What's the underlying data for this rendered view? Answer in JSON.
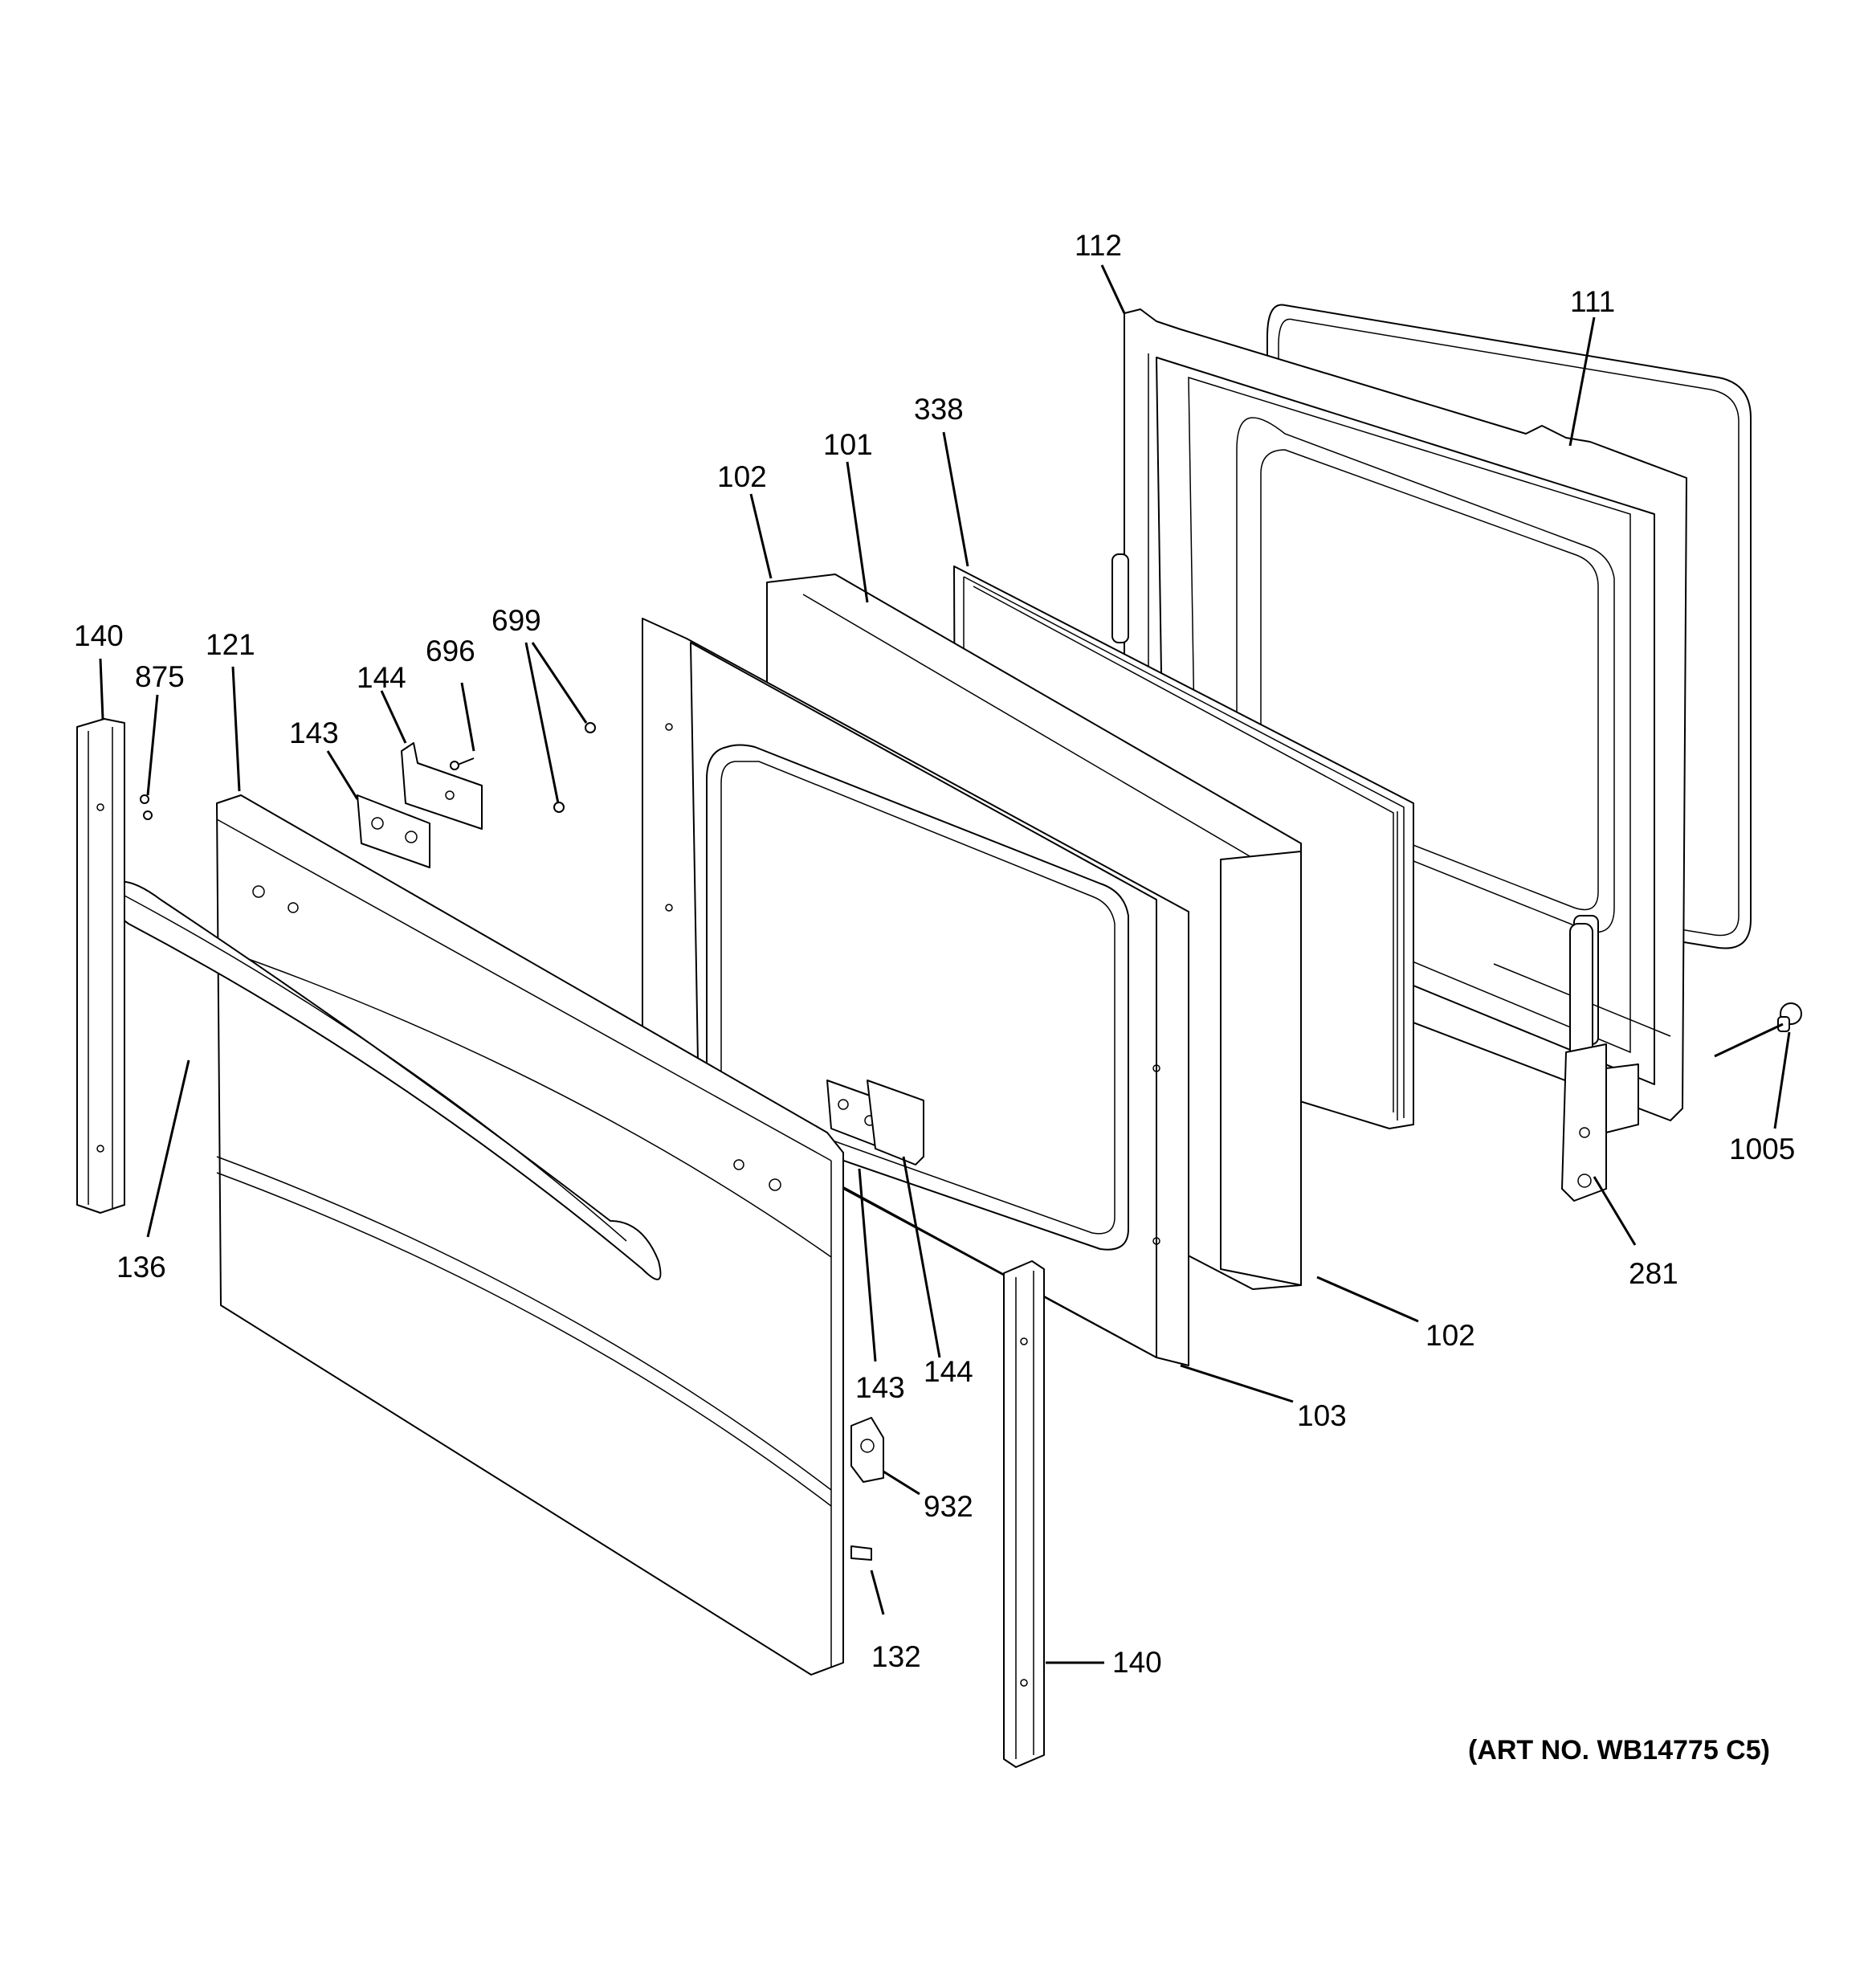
{
  "diagram": {
    "art_number": "(ART NO. WB14775 C5)",
    "callouts": {
      "c112": "112",
      "c111": "111",
      "c338": "338",
      "c101": "101",
      "c102_top": "102",
      "c102_bottom": "102",
      "c699": "699",
      "c696": "696",
      "c144_top": "144",
      "c143_top": "143",
      "c140_left": "140",
      "c875": "875",
      "c121": "121",
      "c136": "136",
      "c143_bottom": "143",
      "c144_bottom": "144",
      "c103": "103",
      "c932": "932",
      "c132": "132",
      "c140_bottom": "140",
      "c1005": "1005",
      "c281": "281"
    }
  }
}
